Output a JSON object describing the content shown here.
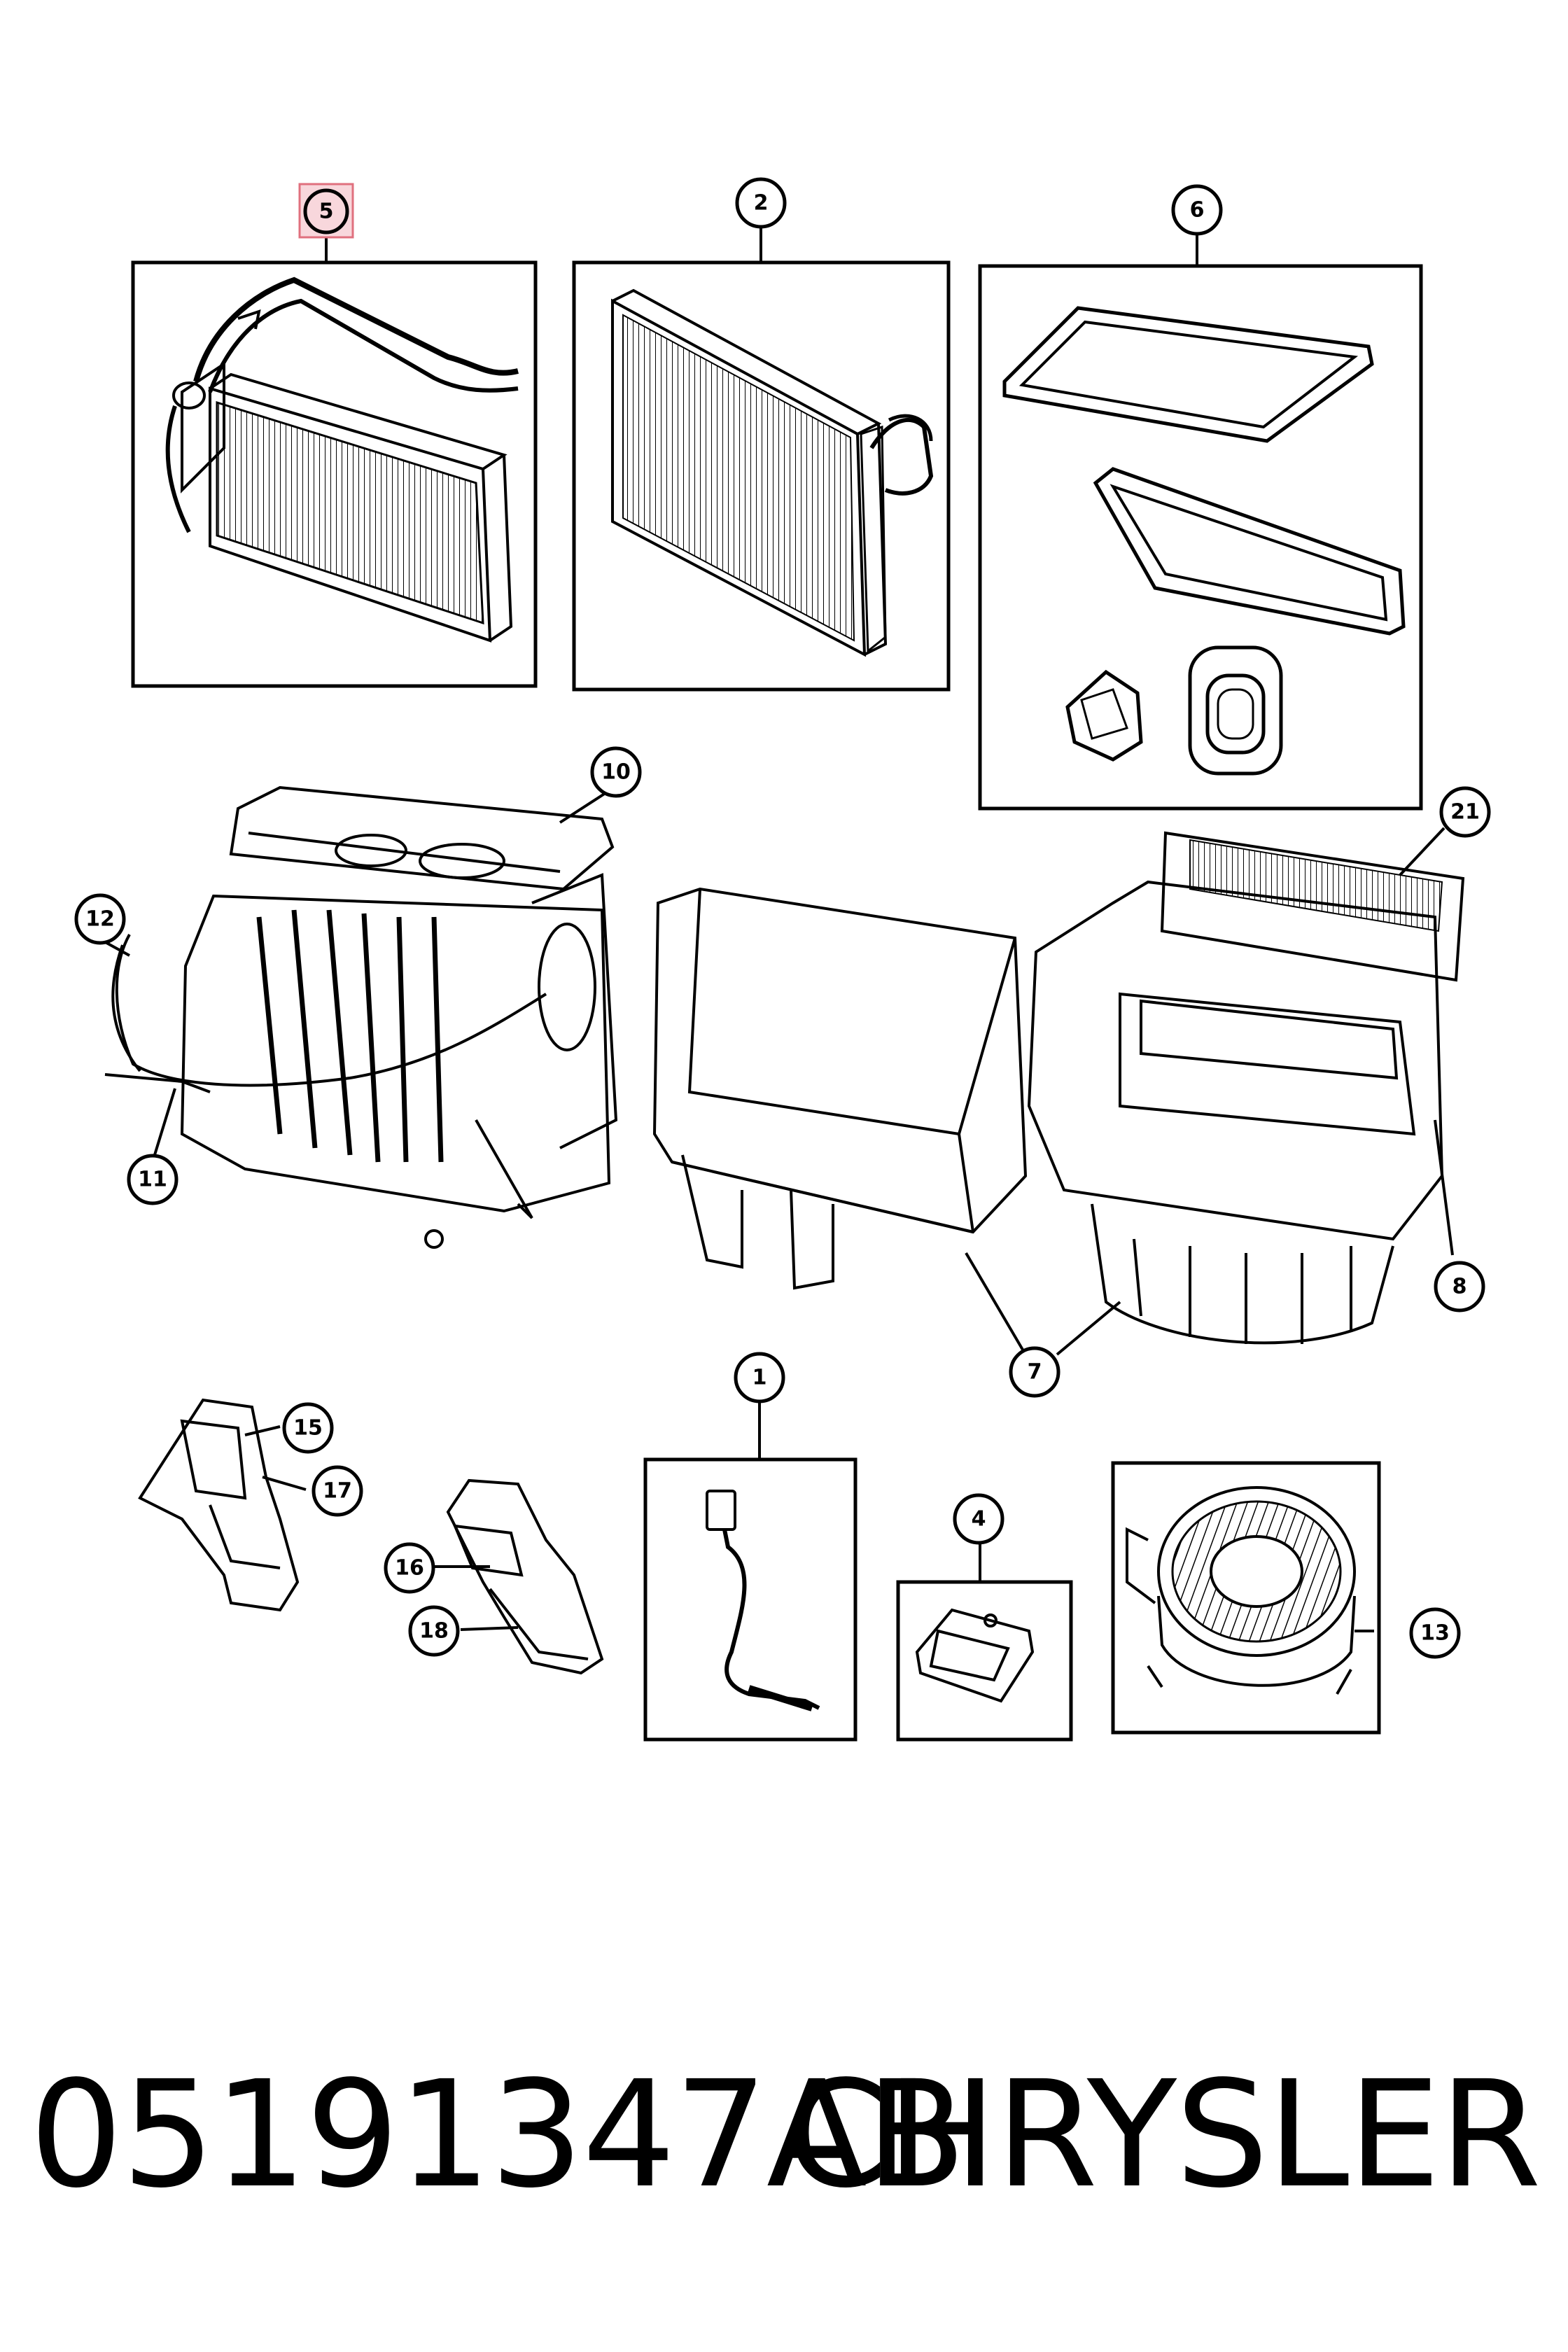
{
  "callouts": {
    "c1": "1",
    "c2": "2",
    "c4": "4",
    "c5": "5",
    "c6": "6",
    "c7": "7",
    "c7b": "7",
    "c8": "8",
    "c10": "10",
    "c11": "11",
    "c12": "12",
    "c13": "13",
    "c15": "15",
    "c16": "16",
    "c17": "17",
    "c18": "18",
    "c21": "21"
  },
  "highlighted_callout": "5",
  "colors": {
    "highlight_fill": "#f8d7dc",
    "highlight_border": "#e0707e",
    "ink": "#000000"
  },
  "footer": {
    "part_number": "05191347AB",
    "brand": "CHRYSLER"
  }
}
